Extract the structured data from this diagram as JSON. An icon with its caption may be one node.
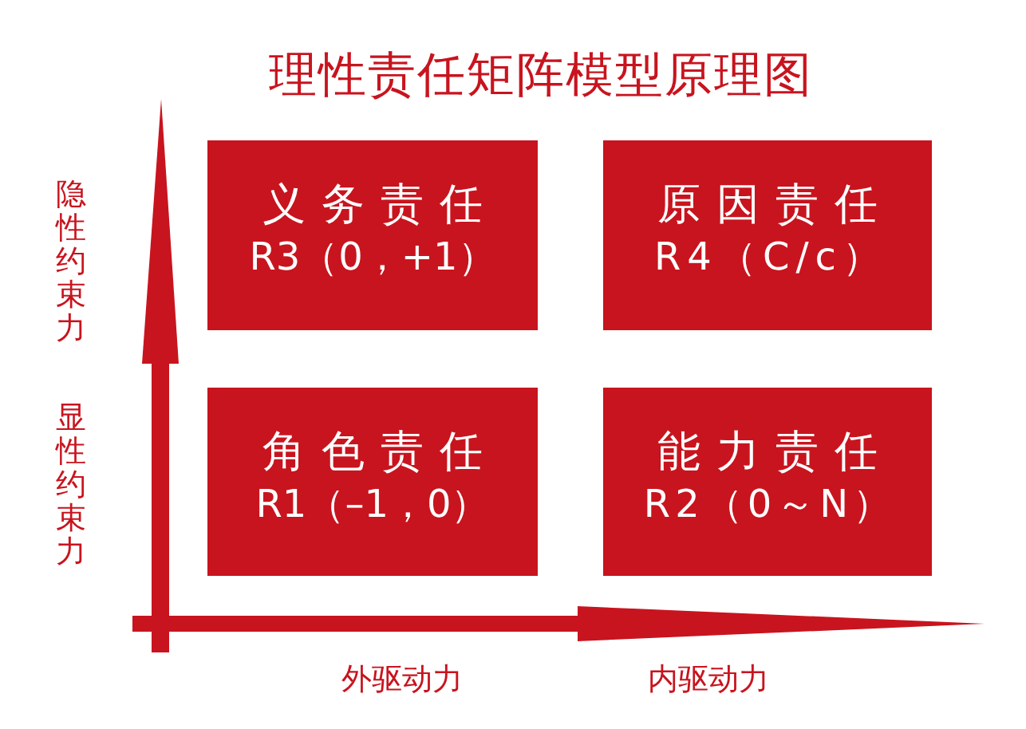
{
  "diagram": {
    "title": "理性责任矩阵模型原理图",
    "nodes": [
      {
        "text": [
          "义务责任",
          "R3（0，+1）"
        ]
      },
      {
        "text": [
          "原因责任",
          "R4（C/c）"
        ]
      },
      {
        "text": [
          "角色责任",
          "R1（–1，0）"
        ]
      },
      {
        "text": [
          "能力责任",
          "R2（0～N）"
        ]
      }
    ],
    "labels": [
      "隐性约束力",
      "显性约束力",
      "外驱动力",
      "内驱动力"
    ]
  }
}
